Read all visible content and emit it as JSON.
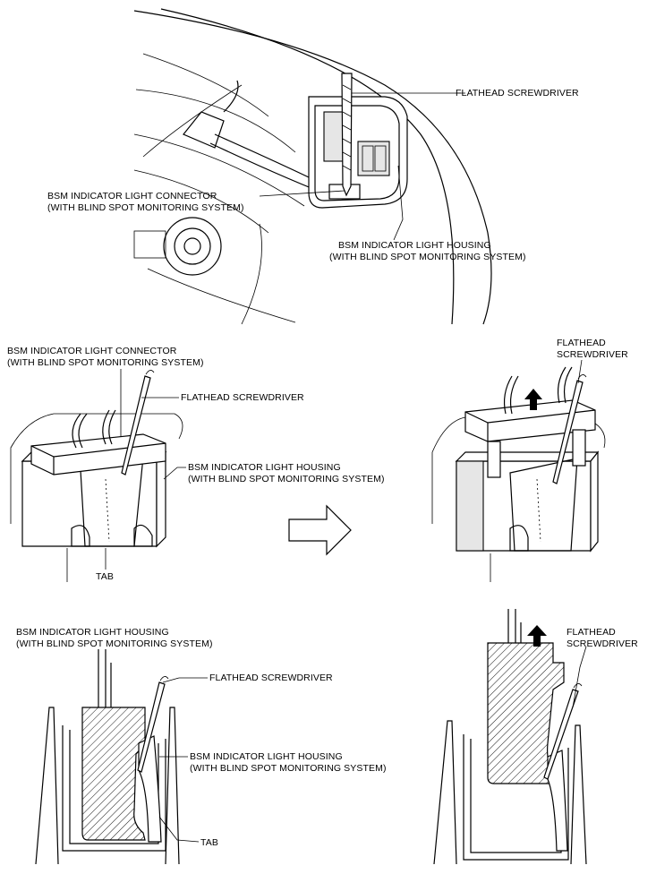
{
  "panel1": {
    "label_screwdriver": "FLATHEAD SCREWDRIVER",
    "label_connector_1": "BSM INDICATOR LIGHT CONNECTOR",
    "label_connector_2": "(WITH BLIND SPOT MONITORING SYSTEM)",
    "label_housing_1": "BSM INDICATOR LIGHT HOUSING",
    "label_housing_2": "(WITH BLIND SPOT MONITORING SYSTEM)"
  },
  "panel2": {
    "label_connector_1": "BSM INDICATOR LIGHT CONNECTOR",
    "label_connector_2": "(WITH BLIND SPOT MONITORING SYSTEM)",
    "label_screwdriver": "FLATHEAD SCREWDRIVER",
    "label_housing_1": "BSM INDICATOR LIGHT HOUSING",
    "label_housing_2": "(WITH BLIND SPOT MONITORING SYSTEM)",
    "label_tab": "TAB"
  },
  "panel3": {
    "label_screwdriver_1": "FLATHEAD",
    "label_screwdriver_2": "SCREWDRIVER"
  },
  "panel4": {
    "label_housing_top_1": "BSM INDICATOR LIGHT HOUSING",
    "label_housing_top_2": "(WITH BLIND SPOT MONITORING SYSTEM)",
    "label_screwdriver": "FLATHEAD SCREWDRIVER",
    "label_housing_1": "BSM INDICATOR LIGHT HOUSING",
    "label_housing_2": "(WITH BLIND SPOT MONITORING SYSTEM)",
    "label_tab": "TAB"
  },
  "panel5": {
    "label_screwdriver_1": "FLATHEAD",
    "label_screwdriver_2": "SCREWDRIVER"
  }
}
